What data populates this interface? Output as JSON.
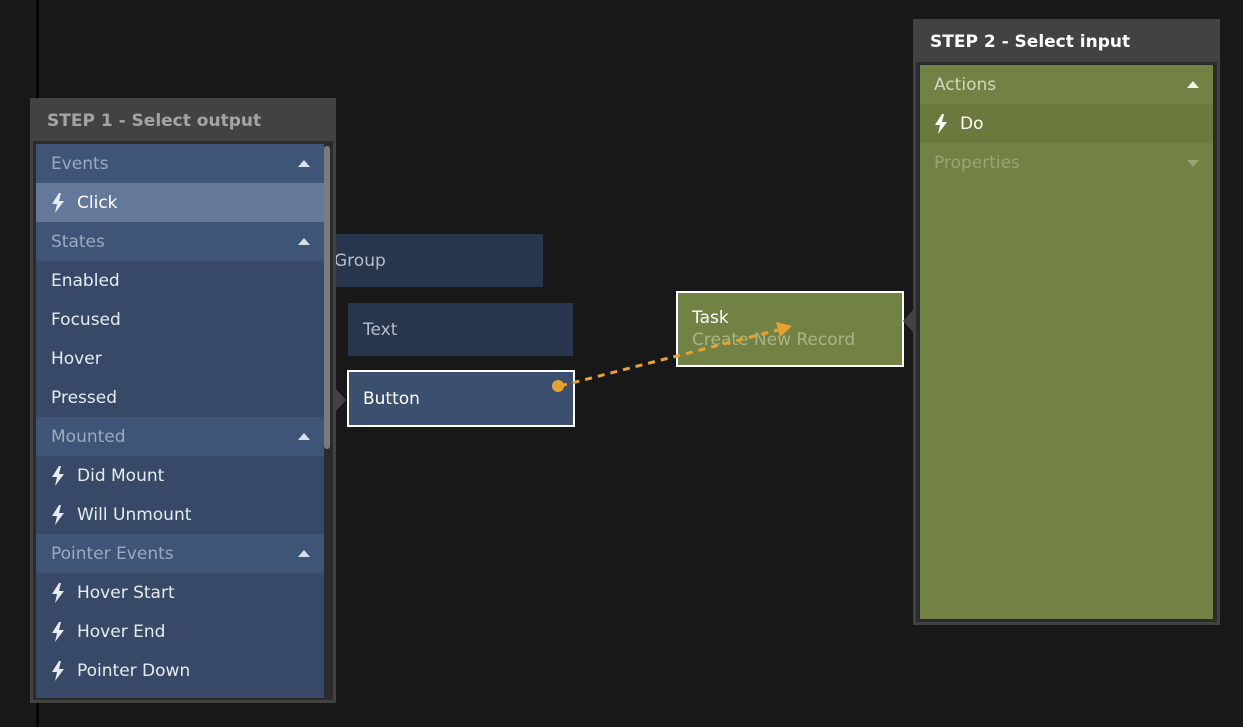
{
  "canvas": {
    "nodes": {
      "group_label": "Group",
      "text_label": "Text",
      "button_label": "Button",
      "task_title": "Task",
      "task_subtitle": "Create New Record"
    },
    "wire_color": "#e8a22e"
  },
  "step1": {
    "title": "STEP 1 - Select output",
    "sections": [
      {
        "label": "Events",
        "items": [
          "Click"
        ],
        "selected": "Click"
      },
      {
        "label": "States",
        "items": [
          "Enabled",
          "Focused",
          "Hover",
          "Pressed"
        ]
      },
      {
        "label": "Mounted",
        "items": [
          "Did Mount",
          "Will Unmount"
        ]
      },
      {
        "label": "Pointer Events",
        "items": [
          "Hover Start",
          "Hover End",
          "Pointer Down"
        ]
      }
    ]
  },
  "step2": {
    "title": "STEP 2 - Select input",
    "sections": [
      {
        "label": "Actions",
        "items": [
          "Do"
        ]
      },
      {
        "label": "Properties",
        "items": []
      }
    ]
  },
  "colors": {
    "background": "#181818",
    "node_blue": "#27364c",
    "node_selected_blue": "#3b4f6e",
    "task_green": "#728244",
    "panel_blue": "#374966",
    "panel_green": "#728244",
    "accent_orange": "#e8a22e"
  },
  "icons": {
    "event_item": "lightning-bolt-icon",
    "section_expanded": "triangle-up-icon",
    "section_collapsed": "triangle-down-icon"
  }
}
